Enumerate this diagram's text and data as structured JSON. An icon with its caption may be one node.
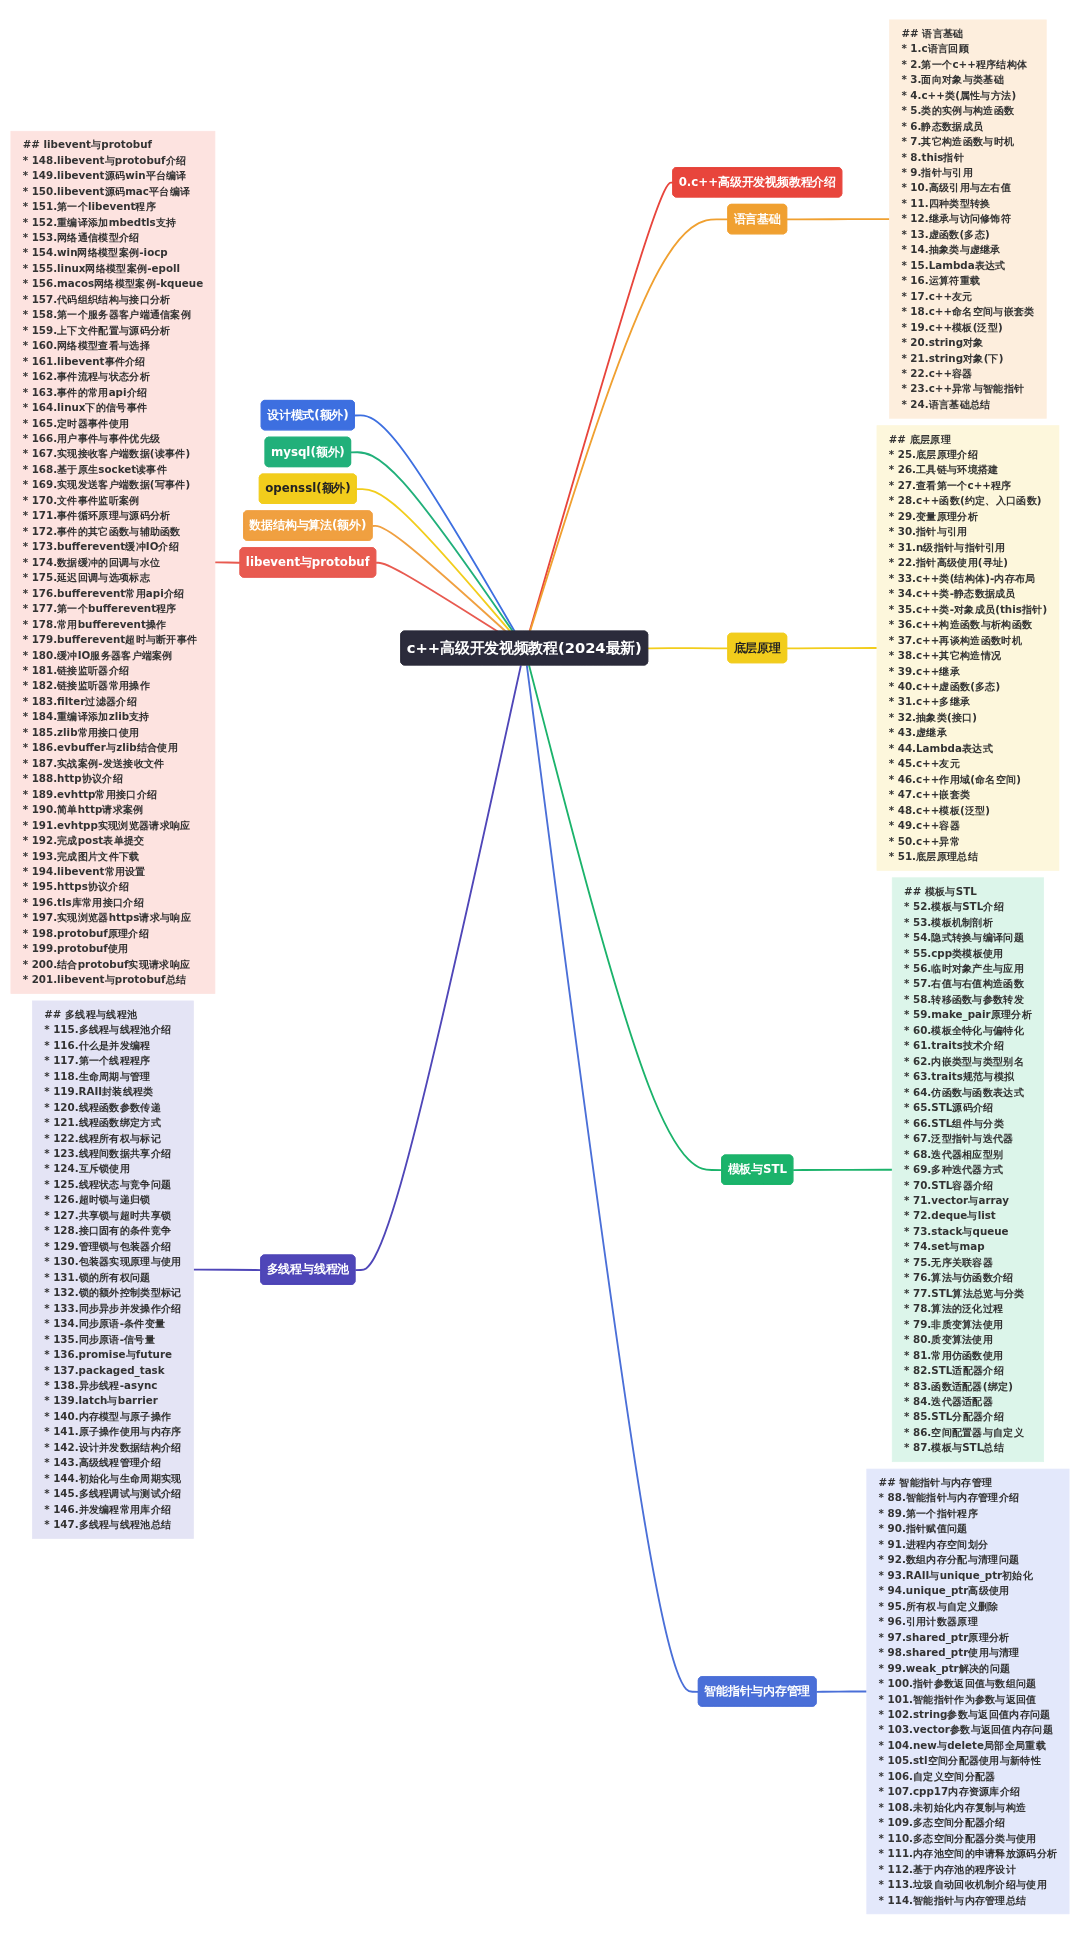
{
  "diagram": {
    "nodes": [
      {
        "text": [
          "c++高级开发视频教程(2024最新)"
        ]
      },
      {
        "text": [
          "0.c++高级开发视频教程介绍"
        ]
      },
      {
        "text": [
          "语言基础"
        ]
      },
      {
        "text": [
          "## 语言基础",
          "* 1.c语言回顾",
          "* 2.第一个c++程序结构体",
          "* 3.面向对象与类基础",
          "* 4.c++类(属性与方法)",
          "* 5.类的实例与构造函数",
          "* 6.静态数据成员",
          "* 7.其它构造函数与时机",
          "* 8.this指针",
          "* 9.指针与引用",
          "* 10.高级引用与左右值",
          "* 11.四种类型转换",
          "* 12.继承与访问修饰符",
          "* 13.虚函数(多态)",
          "* 14.抽象类与虚继承",
          "* 15.Lambda表达式",
          "* 16.运算符重载",
          "* 17.c++友元",
          "* 18.c++命名空间与嵌套类",
          "* 19.c++模板(泛型)",
          "* 20.string对象",
          "* 21.string对象(下)",
          "* 22.c++容器",
          "* 23.c++异常与智能指针",
          "* 24.语言基础总结"
        ]
      },
      {
        "text": [
          "底层原理"
        ]
      },
      {
        "text": [
          "## 底层原理",
          "* 25.底层原理介绍",
          "* 26.工具链与环境搭建",
          "* 27.查看第一个c++程序",
          "* 28.c++函数(约定、入口函数)",
          "* 29.变量原理分析",
          "* 30.指针与引用",
          "* 31.n级指针与指针引用",
          "* 22.指针高级使用(寻址)",
          "* 33.c++类(结构体)-内存布局",
          "* 34.c++类-静态数据成员",
          "* 35.c++类-对象成员(this指针)",
          "* 36.c++构造函数与析构函数",
          "* 37.c++再谈构造函数时机",
          "* 38.c++其它构造情况",
          "* 39.c++继承",
          "* 40.c++虚函数(多态)",
          "* 31.c++多继承",
          "* 32.抽象类(接口)",
          "* 43.虚继承",
          "* 44.Lambda表达式",
          "* 45.c++友元",
          "* 46.c++作用域(命名空间)",
          "* 47.c++嵌套类",
          "* 48.c++模板(泛型)",
          "* 49.c++容器",
          "* 50.c++异常",
          "* 51.底层原理总结"
        ]
      },
      {
        "text": [
          "模板与STL"
        ]
      },
      {
        "text": [
          "## 模板与STL",
          "* 52.模板与STL介绍",
          "* 53.模板机制剖析",
          "* 54.隐式转换与编译问题",
          "* 55.cpp类模板使用",
          "* 56.临时对象产生与应用",
          "* 57.右值与右值构造函数",
          "* 58.转移函数与参数转发",
          "* 59.make_pair原理分析",
          "* 60.模板全特化与偏特化",
          "* 61.traits技术介绍",
          "* 62.内嵌类型与类型别名",
          "* 63.traits规范与模拟",
          "* 64.仿函数与函数表达式",
          "* 65.STL源码介绍",
          "* 66.STL组件与分类",
          "* 67.泛型指针与迭代器",
          "* 68.迭代器相应型别",
          "* 69.多种迭代器方式",
          "* 70.STL容器介绍",
          "* 71.vector与array",
          "* 72.deque与list",
          "* 73.stack与queue",
          "* 74.set与map",
          "* 75.无序关联容器",
          "* 76.算法与仿函数介绍",
          "* 77.STL算法总览与分类",
          "* 78.算法的泛化过程",
          "* 79.非质变算法使用",
          "* 80.质变算法使用",
          "* 81.常用仿函数使用",
          "* 82.STL适配器介绍",
          "* 83.函数适配器(绑定)",
          "* 84.迭代器适配器",
          "* 85.STL分配器介绍",
          "* 86.空间配置器与自定义",
          "* 87.模板与STL总结"
        ]
      },
      {
        "text": [
          "智能指针与内存管理"
        ]
      },
      {
        "text": [
          "## 智能指针与内存管理",
          "* 88.智能指针与内存管理介绍",
          "* 89.第一个指针程序",
          "* 90.指针赋值问题",
          "* 91.进程内存空间划分",
          "* 92.数组内存分配与清理问题",
          "* 93.RAII与unique_ptr初始化",
          "* 94.unique_ptr高级使用",
          "* 95.所有权与自定义删除",
          "* 96.引用计数器原理",
          "* 97.shared_ptr原理分析",
          "* 98.shared_ptr使用与清理",
          "* 99.weak_ptr解决的问题",
          "* 100.指针参数返回值与数组问题",
          "* 101.智能指针作为参数与返回值",
          "* 102.string参数与返回值内存问题",
          "* 103.vector参数与返回值内存问题",
          "* 104.new与delete局部全局重载",
          "* 105.stl空间分配器使用与新特性",
          "* 106.自定义空间分配器",
          "* 107.cpp17内存资源库介绍",
          "* 108.未初始化内存复制与构造",
          "* 109.多态空间分配器介绍",
          "* 110.多态空间分配器分类与使用",
          "* 111.内存池空间的申请释放源码分析",
          "* 112.基于内存池的程序设计",
          "* 113.垃圾自动回收机制介绍与使用",
          "* 114.智能指针与内存管理总结"
        ]
      },
      {
        "text": [
          "设计模式(额外)"
        ]
      },
      {
        "text": [
          "mysql(额外)"
        ]
      },
      {
        "text": [
          "openssl(额外)"
        ]
      },
      {
        "text": [
          "数据结构与算法(额外)"
        ]
      },
      {
        "text": [
          "libevent与protobuf"
        ]
      },
      {
        "text": [
          "## libevent与protobuf",
          "* 148.libevent与protobuf介绍",
          "* 149.libevent源码win平台编译",
          "* 150.libevent源码mac平台编译",
          "* 151.第一个libevent程序",
          "* 152.重编译添加mbedtls支持",
          "* 153.网络通信模型介绍",
          "* 154.win网络模型案例-iocp",
          "* 155.linux网络模型案例-epoll",
          "* 156.macos网络模型案例-kqueue",
          "* 157.代码组织结构与接口分析",
          "* 158.第一个服务器客户端通信案例",
          "* 159.上下文件配置与源码分析",
          "* 160.网络模型查看与选择",
          "* 161.libevent事件介绍",
          "* 162.事件流程与状态分析",
          "* 163.事件的常用api介绍",
          "* 164.linux下的信号事件",
          "* 165.定时器事件使用",
          "* 166.用户事件与事件优先级",
          "* 167.实现接收客户端数据(读事件)",
          "* 168.基于原生socket读事件",
          "* 169.实现发送客户端数据(写事件)",
          "* 170.文件事件监听案例",
          "* 171.事件循环原理与源码分析",
          "* 172.事件的其它函数与辅助函数",
          "* 173.bufferevent缓冲IO介绍",
          "* 174.数据缓冲的回调与水位",
          "* 175.延迟回调与选项标志",
          "* 176.bufferevent常用api介绍",
          "* 177.第一个bufferevent程序",
          "* 178.常用bufferevent操作",
          "* 179.bufferevent超时与断开事件",
          "* 180.缓冲IO服务器客户端案例",
          "* 181.链接监听器介绍",
          "* 182.链接监听器常用操作",
          "* 183.filter过滤器介绍",
          "* 184.重编译添加zlib支持",
          "* 185.zlib常用接口使用",
          "* 186.evbuffer与zlib结合使用",
          "* 187.实战案例-发送接收文件",
          "* 188.http协议介绍",
          "* 189.evhttp常用接口介绍",
          "* 190.简单http请求案例",
          "* 191.evhtpp实现浏览器请求响应",
          "* 192.完成post表单提交",
          "* 193.完成图片文件下载",
          "* 194.libevent常用设置",
          "* 195.https协议介绍",
          "* 196.tls库常用接口介绍",
          "* 197.实现浏览器https请求与响应",
          "* 198.protobuf原理介绍",
          "* 199.protobuf使用",
          "* 200.结合protobuf实现请求响应",
          "* 201.libevent与protobuf总结"
        ]
      },
      {
        "text": [
          "多线程与线程池"
        ]
      },
      {
        "text": [
          "## 多线程与线程池",
          "* 115.多线程与线程池介绍",
          "* 116.什么是并发编程",
          "* 117.第一个线程程序",
          "* 118.生命周期与管理",
          "* 119.RAII封装线程类",
          "* 120.线程函数参数传递",
          "* 121.线程函数绑定方式",
          "* 122.线程所有权与标记",
          "* 123.线程间数据共享介绍",
          "* 124.互斥锁使用",
          "* 125.线程状态与竞争问题",
          "* 126.超时锁与递归锁",
          "* 127.共享锁与超时共享锁",
          "* 128.接口固有的条件竞争",
          "* 129.管理锁与包装器介绍",
          "* 130.包装器实现原理与使用",
          "* 131.锁的所有权问题",
          "* 132.锁的额外控制类型标记",
          "* 133.同步异步并发操作介绍",
          "* 134.同步原语-条件变量",
          "* 135.同步原语-信号量",
          "* 136.promise与future",
          "* 137.packaged_task",
          "* 138.异步线程-async",
          "* 139.latch与barrier",
          "* 140.内存模型与原子操作",
          "* 141.原子操作使用与内存序",
          "* 142.设计并发数据结构介绍",
          "* 143.高级线程管理介绍",
          "* 144.初始化与生命周期实现",
          "* 145.多线程调试与测试介绍",
          "* 146.并发编程常用库介绍",
          "* 147.多线程与线程池总结"
        ]
      }
    ],
    "edges": [
      {
        "from": 0,
        "to": 1,
        "arrow": "none",
        "color": "#e8453c"
      },
      {
        "from": 0,
        "to": 2,
        "arrow": "none",
        "color": "#f0a030"
      },
      {
        "from": 2,
        "to": 3,
        "arrow": "none",
        "color": "#f0a030"
      },
      {
        "from": 0,
        "to": 4,
        "arrow": "none",
        "color": "#f2cd1c"
      },
      {
        "from": 4,
        "to": 5,
        "arrow": "none",
        "color": "#f2cd1c"
      },
      {
        "from": 0,
        "to": 6,
        "arrow": "none",
        "color": "#1bb36b"
      },
      {
        "from": 6,
        "to": 7,
        "arrow": "none",
        "color": "#1bb36b"
      },
      {
        "from": 0,
        "to": 8,
        "arrow": "none",
        "color": "#4a6fd8"
      },
      {
        "from": 8,
        "to": 9,
        "arrow": "none",
        "color": "#4a6fd8"
      },
      {
        "from": 10,
        "to": 0,
        "arrow": "none",
        "color": "#3d6fe0"
      },
      {
        "from": 11,
        "to": 0,
        "arrow": "none",
        "color": "#21b07a"
      },
      {
        "from": 12,
        "to": 0,
        "arrow": "none",
        "color": "#f2cd1c"
      },
      {
        "from": 13,
        "to": 0,
        "arrow": "none",
        "color": "#f0a040"
      },
      {
        "from": 15,
        "to": 14,
        "arrow": "none",
        "color": "#e85a50"
      },
      {
        "from": 14,
        "to": 0,
        "arrow": "none",
        "color": "#e85a50"
      },
      {
        "from": 17,
        "to": 16,
        "arrow": "none",
        "color": "#4f46b8"
      },
      {
        "from": 16,
        "to": 0,
        "arrow": "none",
        "color": "#4f46b8"
      }
    ]
  }
}
